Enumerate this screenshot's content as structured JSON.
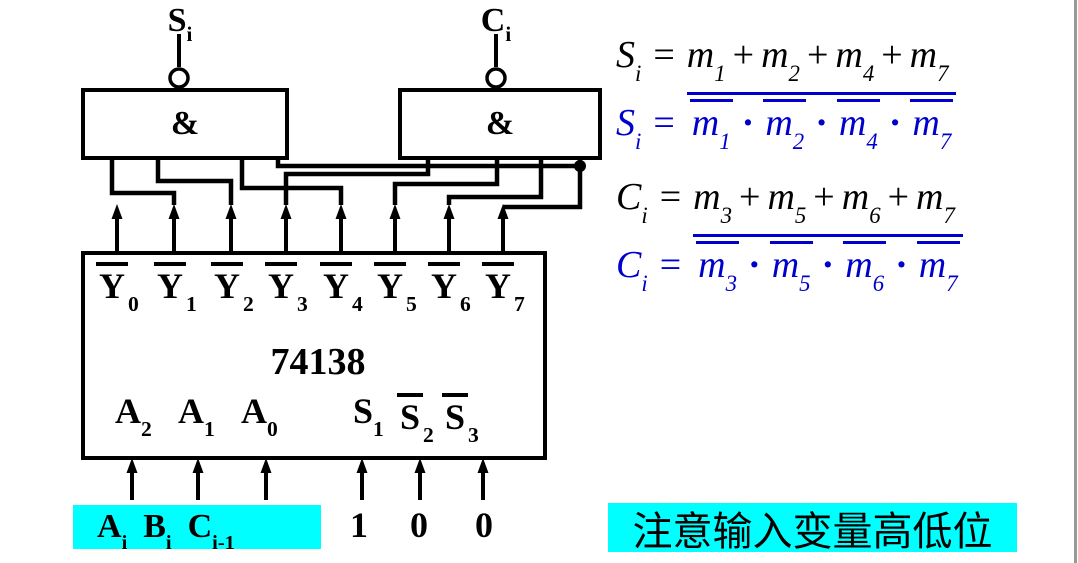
{
  "gates": {
    "left": {
      "symbol": "&",
      "output": {
        "base": "S",
        "sub": "i"
      }
    },
    "right": {
      "symbol": "&",
      "output": {
        "base": "C",
        "sub": "i"
      }
    }
  },
  "decoder": {
    "name": "74138",
    "outputs": [
      {
        "base": "Y",
        "sub": "0",
        "overline": true
      },
      {
        "base": "Y",
        "sub": "1",
        "overline": true
      },
      {
        "base": "Y",
        "sub": "2",
        "overline": true
      },
      {
        "base": "Y",
        "sub": "3",
        "overline": true
      },
      {
        "base": "Y",
        "sub": "4",
        "overline": true
      },
      {
        "base": "Y",
        "sub": "5",
        "overline": true
      },
      {
        "base": "Y",
        "sub": "6",
        "overline": true
      },
      {
        "base": "Y",
        "sub": "7",
        "overline": true
      }
    ],
    "inputs": [
      {
        "base": "A",
        "sub": "2",
        "overline": false
      },
      {
        "base": "A",
        "sub": "1",
        "overline": false
      },
      {
        "base": "A",
        "sub": "0",
        "overline": false
      },
      {
        "base": "S",
        "sub": "1",
        "overline": false
      },
      {
        "base": "S",
        "sub": "2",
        "overline": true
      },
      {
        "base": "S",
        "sub": "3",
        "overline": true
      }
    ]
  },
  "external_inputs": {
    "variables": [
      {
        "base": "A",
        "sub": "i"
      },
      {
        "base": "B",
        "sub": "i"
      },
      {
        "base": "C",
        "sub": "i-1"
      }
    ],
    "constants": [
      "1",
      "0",
      "0"
    ]
  },
  "formulas": {
    "si_sum": {
      "lhs": {
        "base": "S",
        "sub": "i"
      },
      "eq": "=",
      "plus": "+",
      "terms": [
        {
          "base": "m",
          "sub": "1"
        },
        {
          "base": "m",
          "sub": "2"
        },
        {
          "base": "m",
          "sub": "4"
        },
        {
          "base": "m",
          "sub": "7"
        }
      ]
    },
    "si_nand": {
      "lhs": {
        "base": "S",
        "sub": "i"
      },
      "eq": "=",
      "dot": "·",
      "terms": [
        {
          "base": "m",
          "sub": "1"
        },
        {
          "base": "m",
          "sub": "2"
        },
        {
          "base": "m",
          "sub": "4"
        },
        {
          "base": "m",
          "sub": "7"
        }
      ]
    },
    "ci_sum": {
      "lhs": {
        "base": "C",
        "sub": "i"
      },
      "eq": "=",
      "plus": "+",
      "terms": [
        {
          "base": "m",
          "sub": "3"
        },
        {
          "base": "m",
          "sub": "5"
        },
        {
          "base": "m",
          "sub": "6"
        },
        {
          "base": "m",
          "sub": "7"
        }
      ]
    },
    "ci_nand": {
      "lhs": {
        "base": "C",
        "sub": "i"
      },
      "eq": "=",
      "dot": "·",
      "terms": [
        {
          "base": "m",
          "sub": "3"
        },
        {
          "base": "m",
          "sub": "5"
        },
        {
          "base": "m",
          "sub": "6"
        },
        {
          "base": "m",
          "sub": "7"
        }
      ]
    }
  },
  "note": "注意输入变量高低位",
  "colors": {
    "ink": "#000000",
    "formula_blue": "#0000cc",
    "highlight_cyan": "#00ffff",
    "border_gray": "#999999"
  }
}
